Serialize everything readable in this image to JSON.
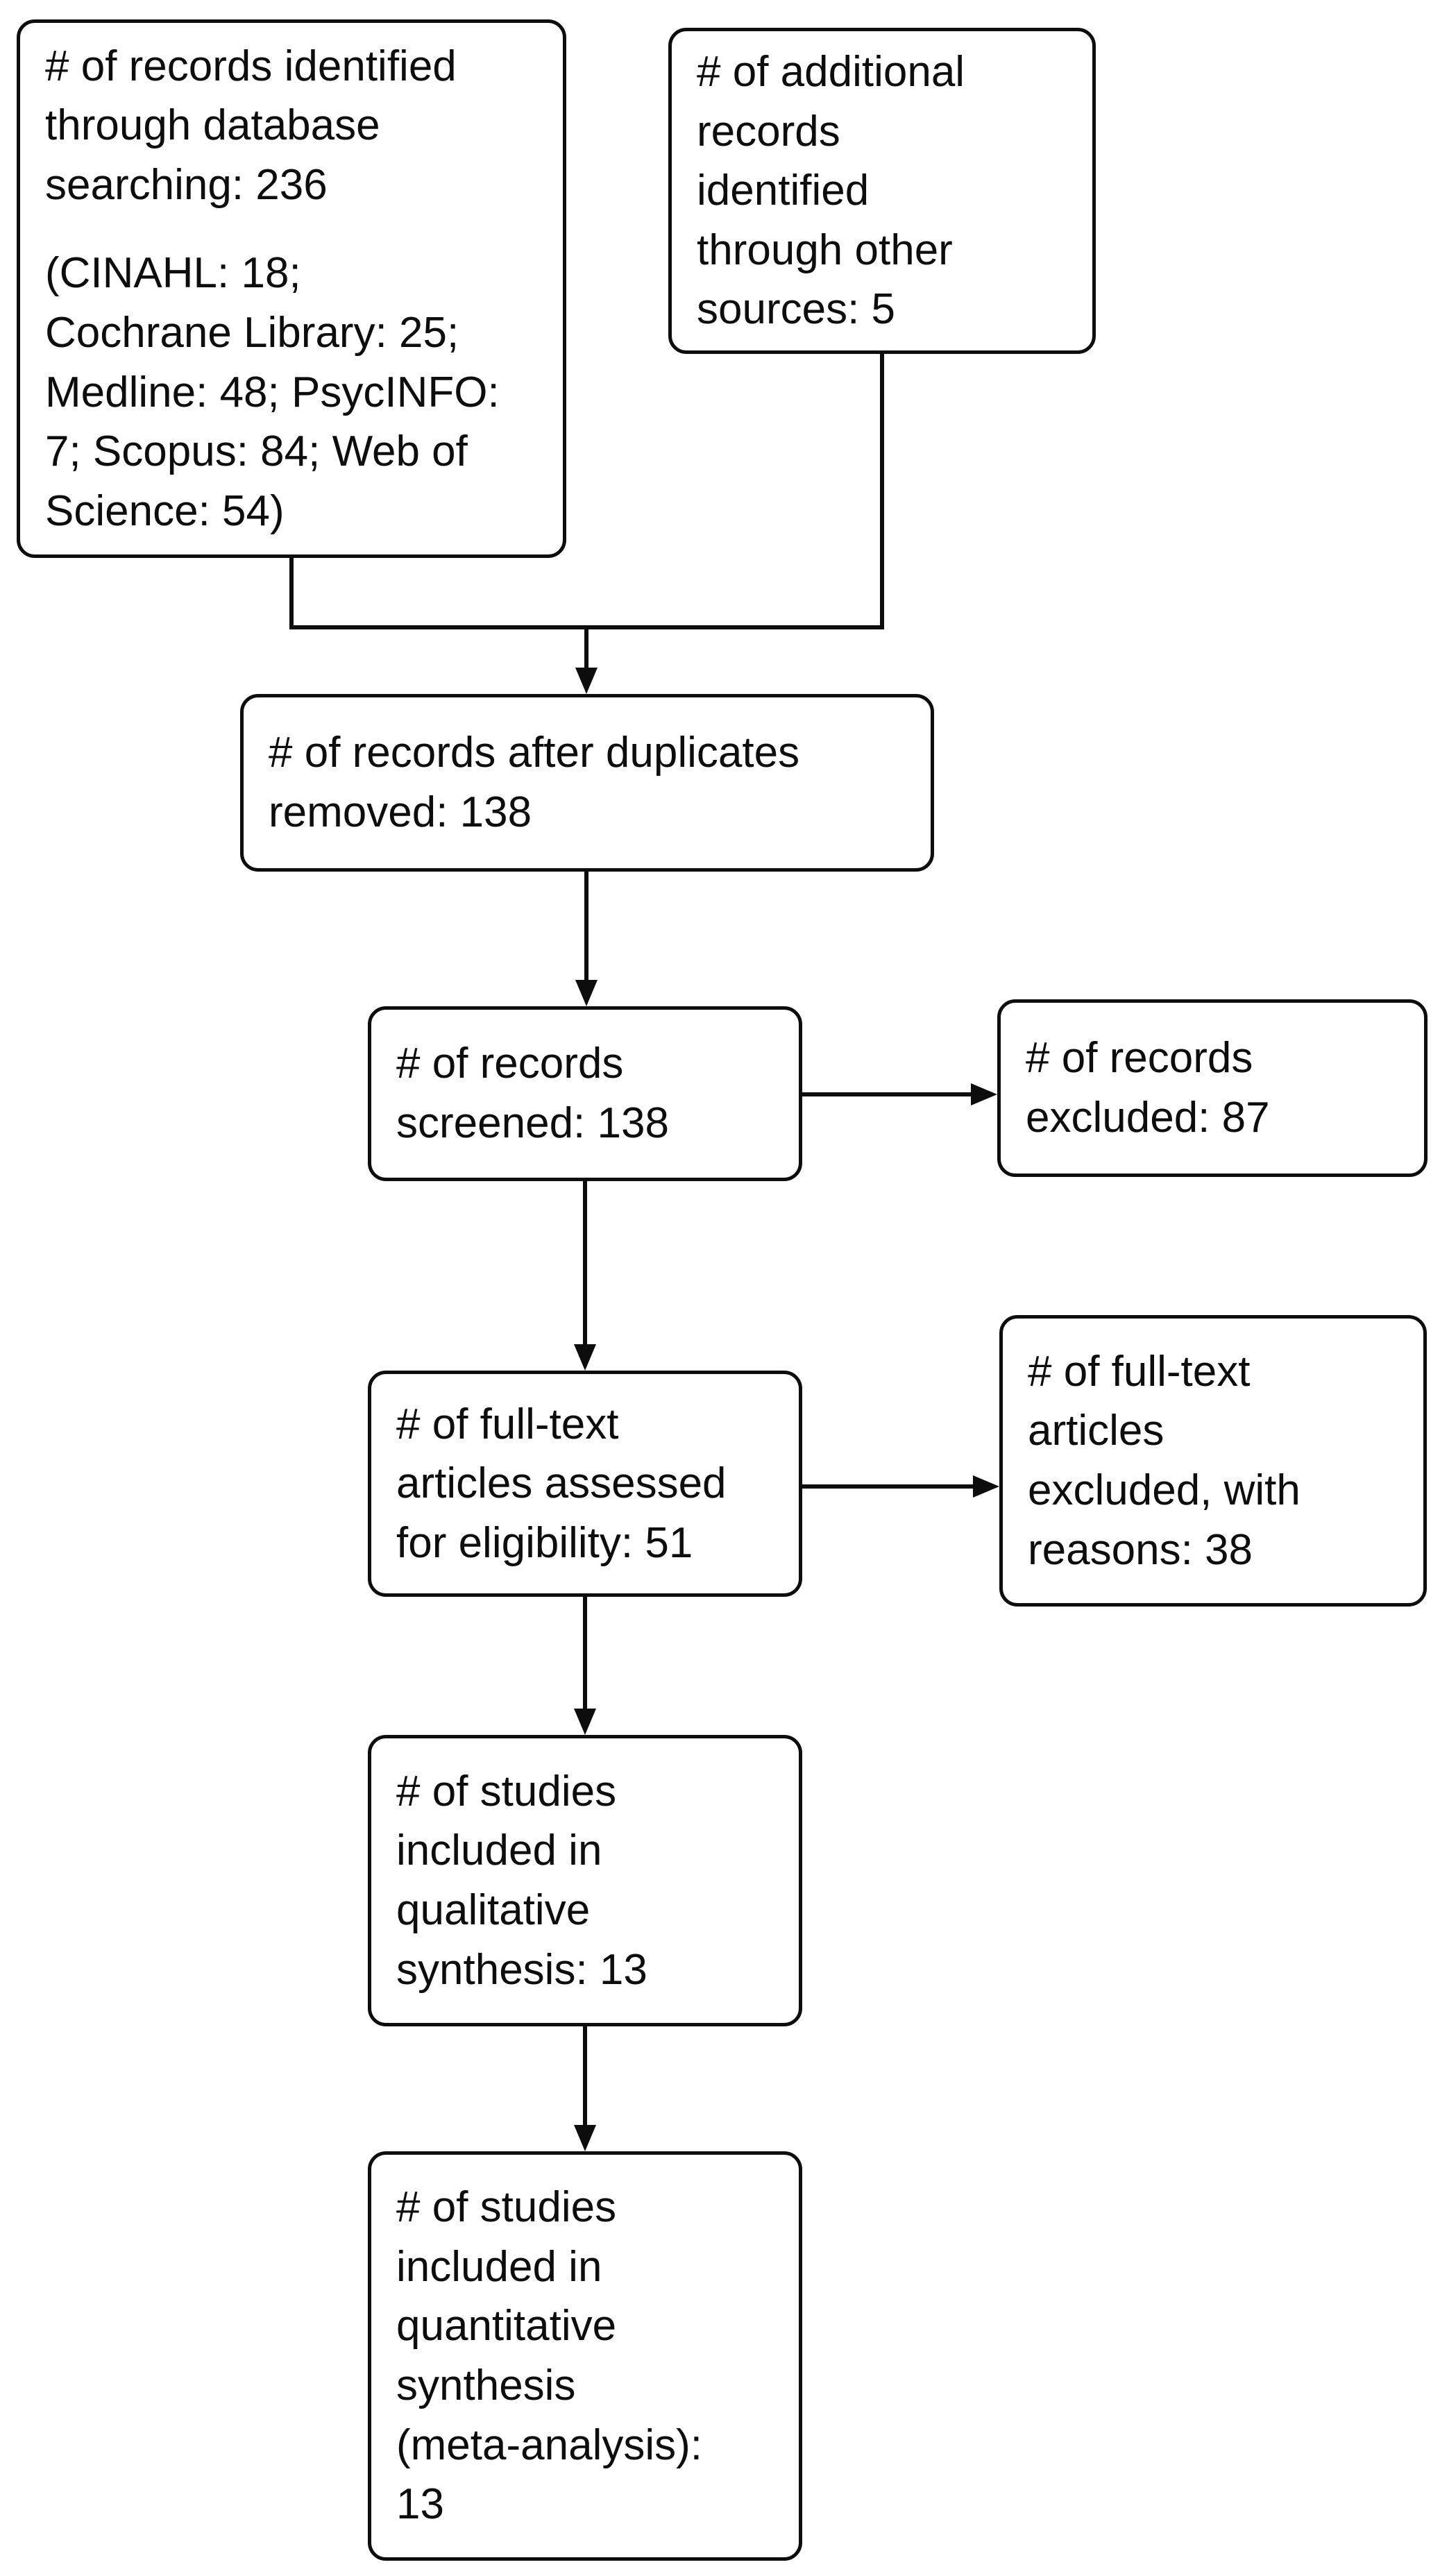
{
  "colors": {
    "line": "#0d0d0d",
    "text": "#0d0d0d",
    "background": "#ffffff"
  },
  "boxes": {
    "identified": {
      "text": "# of records identified\nthrough database\nsearching: 236",
      "detail": "(CINAHL: 18;\nCochrane Library: 25;\nMedline: 48; PsycINFO:\n7; Scopus: 84; Web of\nScience: 54)"
    },
    "additional": {
      "text": "# of additional\nrecords\nidentified\nthrough other\nsources: 5"
    },
    "deduped": {
      "text": "# of records after duplicates\nremoved: 138"
    },
    "screened": {
      "text": "# of records\nscreened: 138"
    },
    "excluded": {
      "text": "# of records\nexcluded: 87"
    },
    "fulltext": {
      "text": "# of full-text\narticles assessed\nfor eligibility: 51"
    },
    "fulltextExcluded": {
      "text": "# of full-text\narticles\nexcluded, with\nreasons: 38"
    },
    "qualitative": {
      "text": "# of studies\nincluded in\nqualitative\nsynthesis: 13"
    },
    "quantitative": {
      "text": "# of studies\nincluded in\nquantitative\nsynthesis\n(meta-analysis):\n13"
    }
  },
  "edges": [
    {
      "from": "identified",
      "to": "deduped",
      "type": "merge-arrow"
    },
    {
      "from": "additional",
      "to": "deduped",
      "type": "merge-arrow"
    },
    {
      "from": "deduped",
      "to": "screened",
      "type": "arrow-down"
    },
    {
      "from": "screened",
      "to": "excluded",
      "type": "arrow-right"
    },
    {
      "from": "screened",
      "to": "fulltext",
      "type": "arrow-down"
    },
    {
      "from": "fulltext",
      "to": "fulltextExcluded",
      "type": "arrow-right"
    },
    {
      "from": "fulltext",
      "to": "qualitative",
      "type": "arrow-down"
    },
    {
      "from": "qualitative",
      "to": "quantitative",
      "type": "arrow-down"
    }
  ]
}
